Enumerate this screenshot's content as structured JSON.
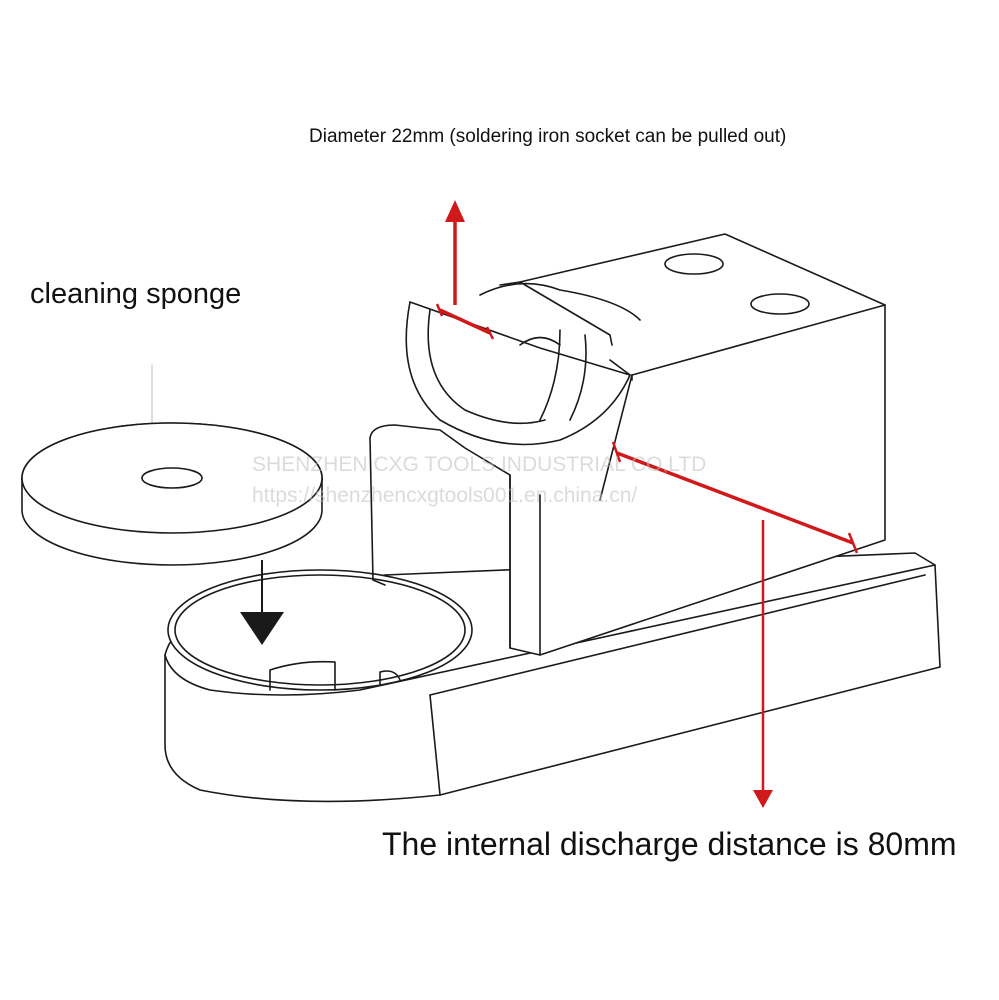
{
  "annotations": {
    "socket_diameter": "Diameter 22mm (soldering iron socket can be pulled out)",
    "sponge": "cleaning sponge",
    "discharge_distance": "The internal discharge distance is 80mm"
  },
  "watermark": {
    "company": "SHENZHEN CXG TOOLS INDUSTRIAL CO,LTD",
    "url": "https://shenzhencxgtools001.en.china.cn/"
  },
  "colors": {
    "line": "#1a1a1a",
    "accent_red": "#d0191b",
    "background": "#ffffff"
  }
}
